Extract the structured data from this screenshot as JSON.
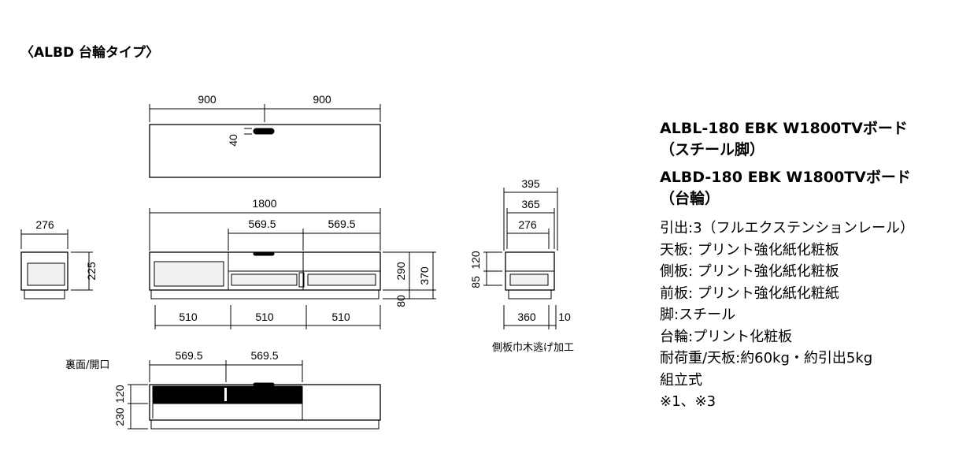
{
  "title": "〈ALBD 台輪タイプ〉",
  "labels": {
    "back_view": "裏面/開口",
    "side_cut": "側板巾木逃げ加工"
  },
  "dimensions": {
    "top_left": "900",
    "top_right": "900",
    "top_depth": "40",
    "front_width": "1800",
    "front_drawer_left": "569.5",
    "front_drawer_right": "569.5",
    "front_bottom_1": "510",
    "front_bottom_2": "510",
    "front_bottom_3": "510",
    "front_body_height": "290",
    "front_total_height": "370",
    "front_plinth": "80",
    "small_width": "276",
    "small_height": "225",
    "side_depth_total": "395",
    "side_depth_mid": "365",
    "side_depth_inner": "276",
    "side_upper": "120",
    "side_lower": "85",
    "side_bottom": "360",
    "side_bottom_gap": "10",
    "back_left": "569.5",
    "back_right": "569.5",
    "back_upper": "120",
    "back_lower": "230"
  },
  "specs": {
    "model1_line1": "ALBL-180 EBK W1800TVボード",
    "model1_line2": "（スチール脚）",
    "model2_line1": "ALBD-180 EBK W1800TVボード",
    "model2_line2": "（台輪）",
    "lines": [
      "引出:3（フルエクステンションレール）",
      "天板: プリント強化紙化粧板",
      "側板: プリント強化紙化粧板",
      "前板: プリント強化紙化粧紙",
      "脚:スチール",
      "台輪:プリント化粧板",
      "耐荷重/天板:約60kg・約引出5kg",
      "組立式",
      "※1、※3"
    ]
  }
}
